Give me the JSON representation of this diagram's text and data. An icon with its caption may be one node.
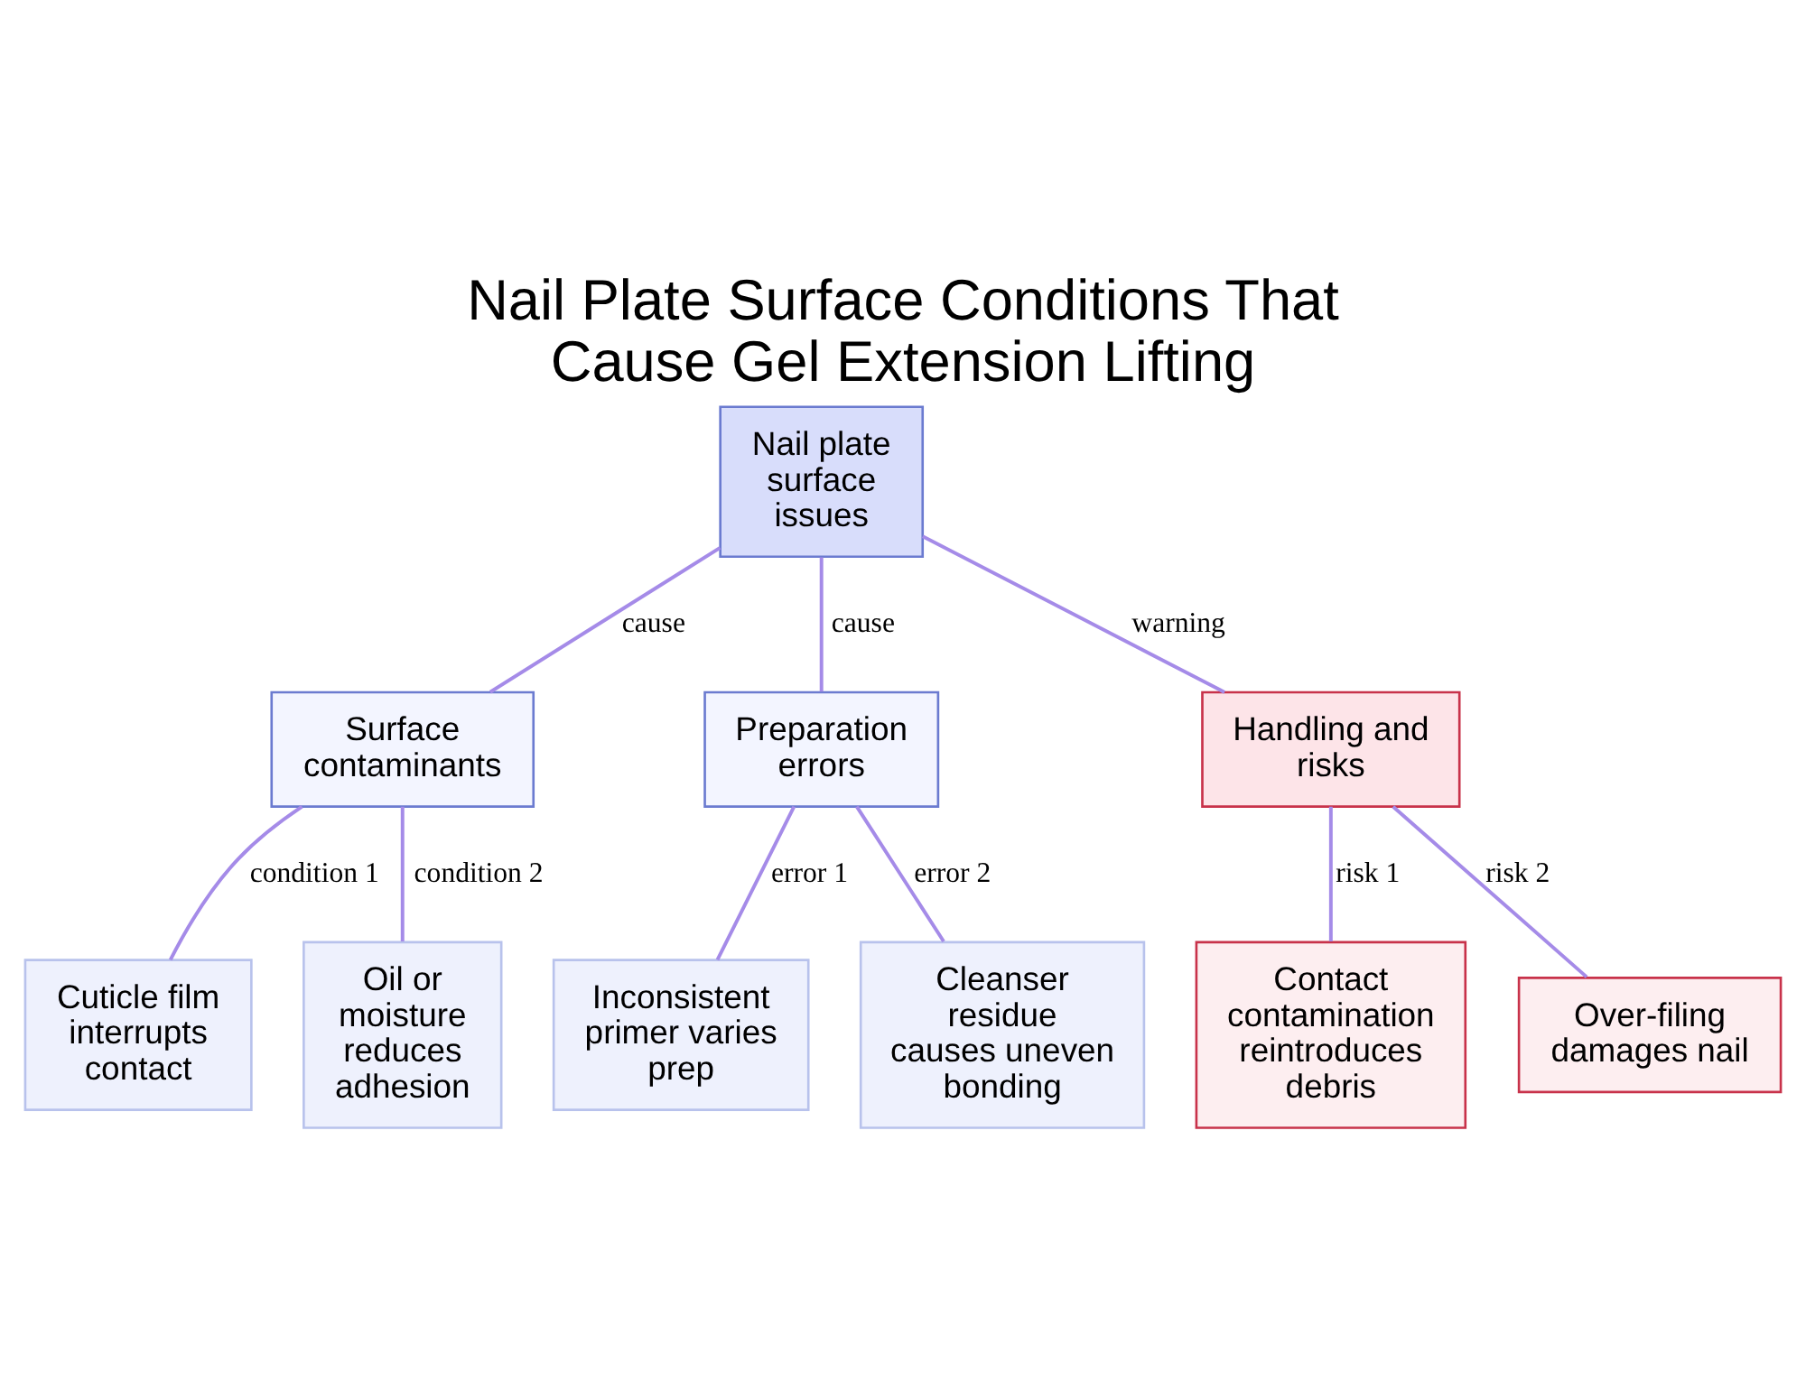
{
  "diagram": {
    "title": "Nail Plate Surface Conditions That Cause Gel Extension Lifting",
    "nodes": [
      {
        "text": [
          "Nail plate surface issues"
        ]
      },
      {
        "text": [
          "Surface contaminants"
        ]
      },
      {
        "text": [
          "Preparation errors"
        ]
      },
      {
        "text": [
          "Handling and risks"
        ]
      },
      {
        "text": [
          "Cuticle film interrupts contact"
        ]
      },
      {
        "text": [
          "Oil or moisture reduces adhesion"
        ]
      },
      {
        "text": [
          "Inconsistent primer varies prep"
        ]
      },
      {
        "text": [
          "Cleanser residue causes uneven bonding"
        ]
      },
      {
        "text": [
          "Contact contamination reintroduces debris"
        ]
      },
      {
        "text": [
          "Over-filing damages nail"
        ]
      }
    ],
    "edges": [
      {
        "from": 0,
        "to": 1,
        "arrow": "none",
        "label": "cause"
      },
      {
        "from": 0,
        "to": 2,
        "arrow": "none",
        "label": "cause"
      },
      {
        "from": 0,
        "to": 3,
        "arrow": "none",
        "label": "warning"
      },
      {
        "from": 1,
        "to": 4,
        "arrow": "none",
        "label": "condition 1"
      },
      {
        "from": 1,
        "to": 5,
        "arrow": "none",
        "label": "condition 2"
      },
      {
        "from": 2,
        "to": 6,
        "arrow": "none",
        "label": "error 1"
      },
      {
        "from": 2,
        "to": 7,
        "arrow": "none",
        "label": "error 2"
      },
      {
        "from": 3,
        "to": 8,
        "arrow": "none",
        "label": "risk 1"
      },
      {
        "from": 3,
        "to": 9,
        "arrow": "none",
        "label": "risk 2"
      }
    ]
  }
}
